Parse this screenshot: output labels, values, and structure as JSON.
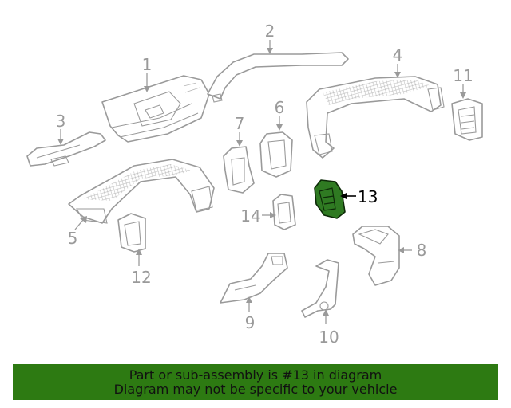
{
  "diagram": {
    "callouts": [
      "1",
      "2",
      "3",
      "4",
      "5",
      "6",
      "7",
      "8",
      "9",
      "10",
      "11",
      "12",
      "13",
      "14"
    ],
    "highlighted_part": "13"
  },
  "banner": {
    "line1": "Part or sub-assembly is #13 in diagram",
    "line2": "Diagram may not be specific to your vehicle"
  },
  "colors": {
    "banner_bg": "#2d7a12",
    "highlight_fill": "#2f7a22",
    "outline": "#9a9a9a"
  }
}
